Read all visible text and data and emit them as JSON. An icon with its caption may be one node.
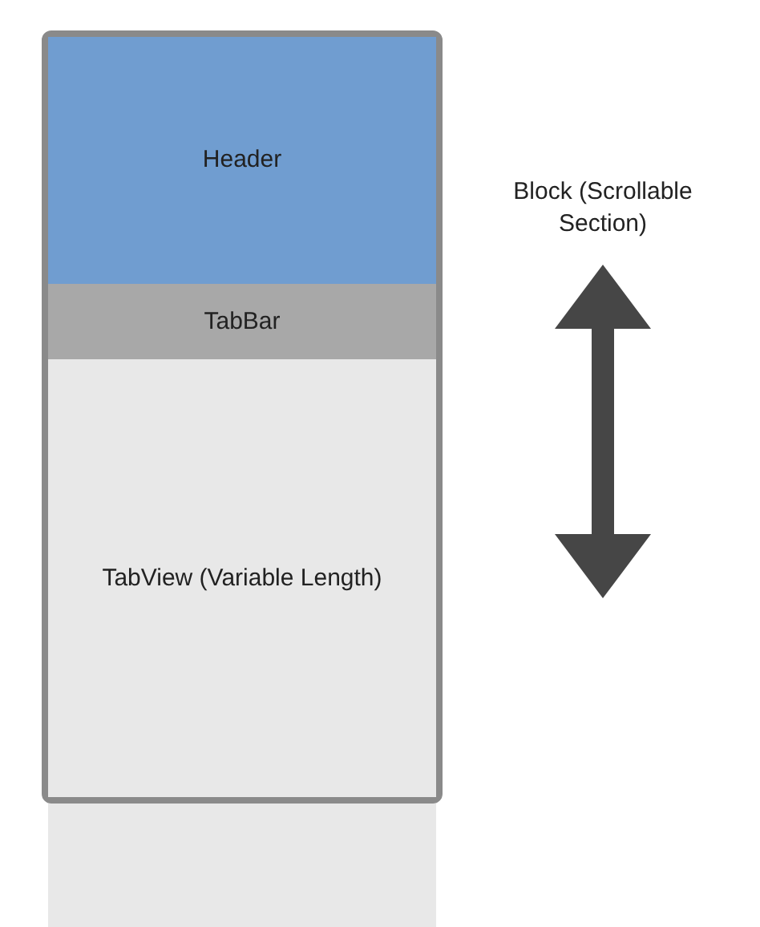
{
  "diagram": {
    "nodes": [
      {
        "text": [],
        "shape": "box"
      },
      {
        "text": [
          "Header"
        ],
        "in": 0
      },
      {
        "text": [
          "TabBar"
        ],
        "in": 0
      },
      {
        "text": [
          "TabView (Variable Length)"
        ],
        "in": 0
      },
      {
        "text": [],
        "shape": "box"
      }
    ],
    "labels": [
      "Block (Scrollable Section)"
    ]
  }
}
